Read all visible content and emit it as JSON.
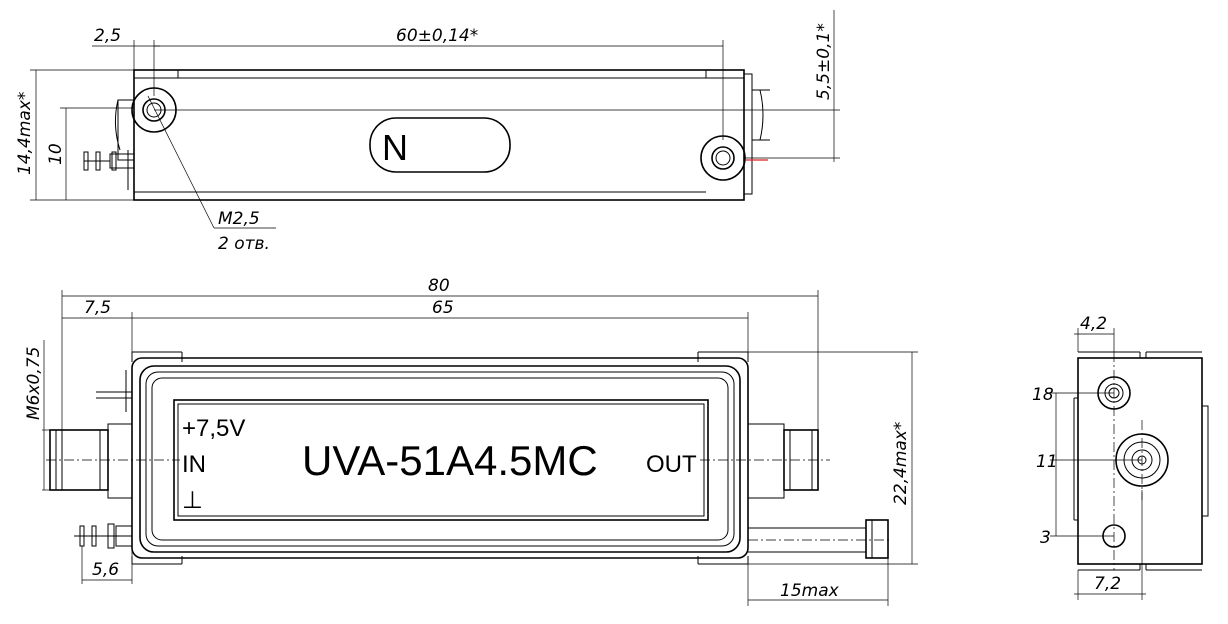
{
  "top_view": {
    "dims": {
      "left_offset": "2,5",
      "hole_spacing": "60±0,14*",
      "right_height": "5,5±0,1*",
      "left_max_height": "14,4max*",
      "left_inner_height": "10",
      "thread": "M2,5",
      "holes_count": "2 отв."
    },
    "marker": "N"
  },
  "front_view": {
    "dims": {
      "overall_length": "80",
      "body_length": "65",
      "left_offset": "7,5",
      "thread": "M6x0,75",
      "pin_offset": "5,6",
      "height_max": "22,4max*",
      "lead_max": "15max"
    },
    "labels": {
      "supply": "+7,5V",
      "input": "IN",
      "ground": "⊥",
      "model": "UVA-51A4.5MC",
      "output": "OUT"
    }
  },
  "side_view": {
    "dims": {
      "top_width": "4,2",
      "bottom_width": "7,2",
      "level_18": "18",
      "level_11": "11",
      "level_3": "3"
    }
  }
}
